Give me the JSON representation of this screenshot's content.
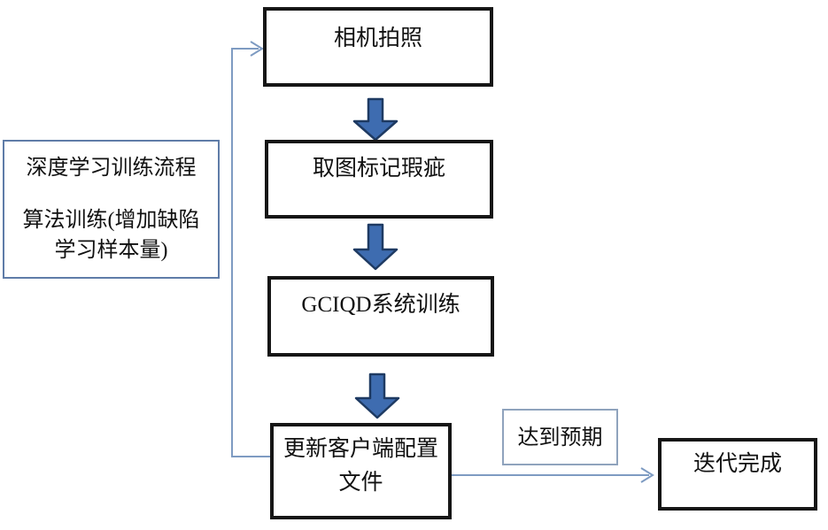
{
  "flowchart": {
    "side_note": {
      "line1": "深度学习训练流程",
      "line2": "算法训练(增加缺陷",
      "line3": "学习样本量)"
    },
    "nodes": {
      "camera": {
        "label": "相机拍照"
      },
      "mark_defects": {
        "label": "取图标记瑕疵"
      },
      "system_training": {
        "label": "GCIQD系统训练"
      },
      "update_config": {
        "line1": "更新客户端配置",
        "line2": "文件"
      },
      "iteration_done": {
        "label": "迭代完成"
      }
    },
    "edge_labels": {
      "expected": {
        "label": "达到预期"
      }
    },
    "icons": {
      "down_arrow": "block-down-arrow",
      "line_arrowhead": "open-chevron-right-arrowhead"
    },
    "colors": {
      "node_border": "#161616",
      "connector": "#7e9bc2",
      "block_arrow_fill": "#3e6cb0",
      "block_arrow_stroke": "#1e3a62",
      "side_note_border": "#5f7ca8",
      "edge_label_border": "#8fa3bd",
      "text": "#111111",
      "background": "#ffffff"
    }
  }
}
